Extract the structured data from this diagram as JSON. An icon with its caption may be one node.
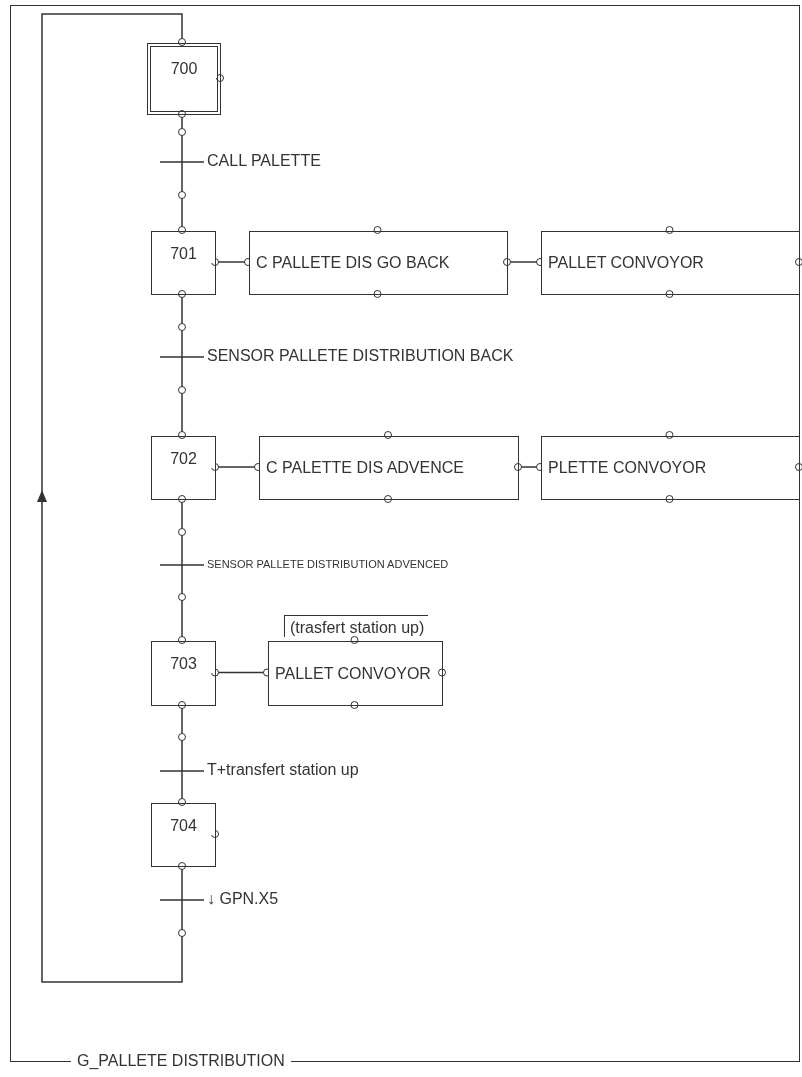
{
  "diagram": {
    "nodes": [
      {
        "text": [
          "G_PALLETE DISTRIBUTION"
        ]
      },
      {
        "text": [
          "700"
        ],
        "in": 0
      },
      {
        "text": [
          "701"
        ],
        "in": 0
      },
      {
        "text": [
          "C PALLETE DIS GO BACK"
        ],
        "in": 0
      },
      {
        "text": [
          "PALLET CONVOYOR"
        ],
        "in": 0
      },
      {
        "text": [
          "702"
        ],
        "in": 0
      },
      {
        "text": [
          "C PALETTE DIS ADVENCE"
        ],
        "in": 0
      },
      {
        "text": [
          "PLETTE CONVOYOR"
        ],
        "in": 0
      },
      {
        "text": [
          "703"
        ],
        "in": 0
      },
      {
        "text": [
          "PALLET CONVOYOR"
        ],
        "in": 0,
        "beside": [
          "(trasfert station up)"
        ]
      },
      {
        "text": [
          "704"
        ],
        "in": 0
      }
    ],
    "edges": [
      {
        "from": 1,
        "to": 2,
        "arrow": "other",
        "label": "CALL PALETTE"
      },
      {
        "from": 2,
        "to": 3,
        "arrow": "other"
      },
      {
        "from": 3,
        "to": 4,
        "arrow": "other"
      },
      {
        "from": 2,
        "to": 5,
        "arrow": "other",
        "label": "SENSOR PALLETE DISTRIBUTION BACK"
      },
      {
        "from": 5,
        "to": 6,
        "arrow": "other"
      },
      {
        "from": 6,
        "to": 7,
        "arrow": "other"
      },
      {
        "from": 5,
        "to": 8,
        "arrow": "other",
        "label": "SENSOR PALLETE DISTRIBUTION ADVENCED"
      },
      {
        "from": 8,
        "to": 9,
        "arrow": "other"
      },
      {
        "from": 8,
        "to": 10,
        "arrow": "other",
        "label": "T+transfert station up"
      },
      {
        "from": 10,
        "to": 1,
        "arrow": "to",
        "label": "↓ GPN.X5"
      }
    ]
  }
}
